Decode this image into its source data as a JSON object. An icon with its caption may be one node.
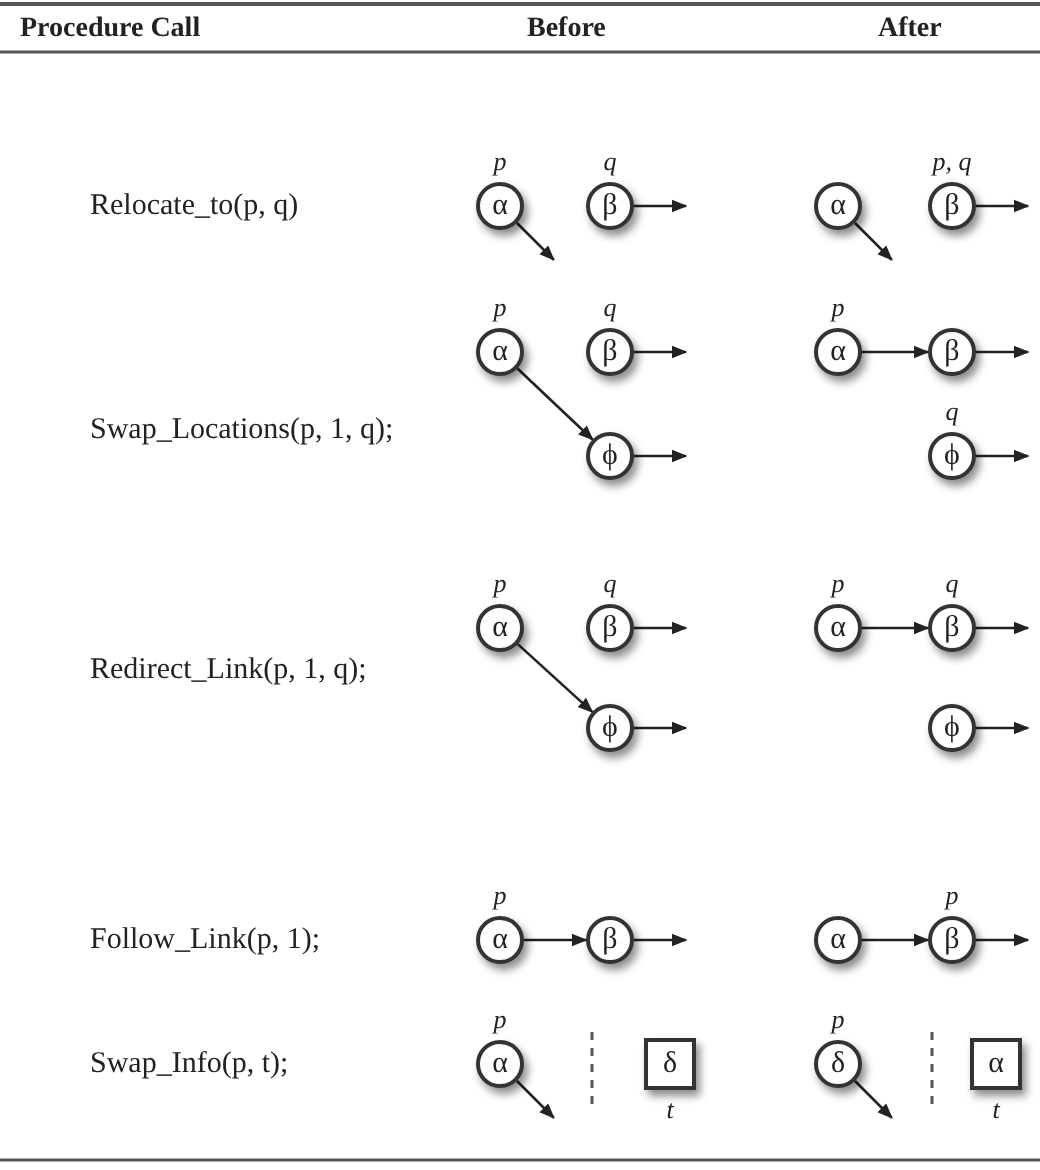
{
  "diagram": {
    "nodes": [
      {
        "text": [
          "α"
        ],
        "beside": [
          "p"
        ]
      },
      {
        "text": [
          "β"
        ],
        "beside": [
          "q"
        ]
      },
      {
        "text": [
          "α"
        ]
      },
      {
        "text": [
          "β"
        ],
        "beside": [
          "p, q"
        ]
      },
      {
        "text": [
          "α"
        ],
        "beside": [
          "p"
        ]
      },
      {
        "text": [
          "β"
        ],
        "beside": [
          "q"
        ]
      },
      {
        "text": [
          "ϕ"
        ]
      },
      {
        "text": [
          "α"
        ],
        "beside": [
          "p"
        ]
      },
      {
        "text": [
          "β"
        ]
      },
      {
        "text": [
          "ϕ"
        ],
        "beside": [
          "q"
        ]
      },
      {
        "text": [
          "α"
        ],
        "beside": [
          "p"
        ]
      },
      {
        "text": [
          "β"
        ],
        "beside": [
          "q"
        ]
      },
      {
        "text": [
          "ϕ"
        ]
      },
      {
        "text": [
          "α"
        ],
        "beside": [
          "p"
        ]
      },
      {
        "text": [
          "β"
        ],
        "beside": [
          "q"
        ]
      },
      {
        "text": [
          "ϕ"
        ]
      },
      {
        "text": [
          "α"
        ],
        "beside": [
          "p"
        ]
      },
      {
        "text": [
          "β"
        ]
      },
      {
        "text": [
          "α"
        ]
      },
      {
        "text": [
          "β"
        ],
        "beside": [
          "p"
        ]
      },
      {
        "text": [
          "α"
        ],
        "beside": [
          "p"
        ]
      },
      {
        "text": [
          "δ"
        ],
        "beside": [
          "t"
        ]
      },
      {
        "text": [
          "δ"
        ],
        "beside": [
          "p"
        ]
      },
      {
        "text": [
          "α"
        ],
        "beside": [
          "t"
        ]
      }
    ],
    "edges": [
      {
        "from": 0,
        "to": null,
        "arrow": "to"
      },
      {
        "from": 1,
        "to": null,
        "arrow": "to"
      },
      {
        "from": 2,
        "to": null,
        "arrow": "to"
      },
      {
        "from": 3,
        "to": null,
        "arrow": "to"
      },
      {
        "from": 4,
        "to": 6,
        "arrow": "to"
      },
      {
        "from": 5,
        "to": null,
        "arrow": "to"
      },
      {
        "from": 6,
        "to": null,
        "arrow": "to"
      },
      {
        "from": 7,
        "to": 8,
        "arrow": "to"
      },
      {
        "from": 8,
        "to": null,
        "arrow": "to"
      },
      {
        "from": 9,
        "to": null,
        "arrow": "to"
      },
      {
        "from": 10,
        "to": 12,
        "arrow": "to"
      },
      {
        "from": 11,
        "to": null,
        "arrow": "to"
      },
      {
        "from": 12,
        "to": null,
        "arrow": "to"
      },
      {
        "from": 13,
        "to": 14,
        "arrow": "to"
      },
      {
        "from": 14,
        "to": null,
        "arrow": "to"
      },
      {
        "from": 15,
        "to": null,
        "arrow": "to"
      },
      {
        "from": 16,
        "to": 17,
        "arrow": "to"
      },
      {
        "from": 17,
        "to": null,
        "arrow": "to"
      },
      {
        "from": 18,
        "to": 19,
        "arrow": "to"
      },
      {
        "from": 19,
        "to": null,
        "arrow": "to"
      },
      {
        "from": 20,
        "to": null,
        "arrow": "to"
      },
      {
        "from": 22,
        "to": null,
        "arrow": "to"
      }
    ],
    "labels": [
      "Procedure Call",
      "Before",
      "After",
      "Relocate_to(p, q)",
      "Swap_Locations(p, 1, q);",
      "Redirect_Link(p, 1, q);",
      "Follow_Link(p, 1);",
      "Swap_Info(p, t);"
    ]
  }
}
